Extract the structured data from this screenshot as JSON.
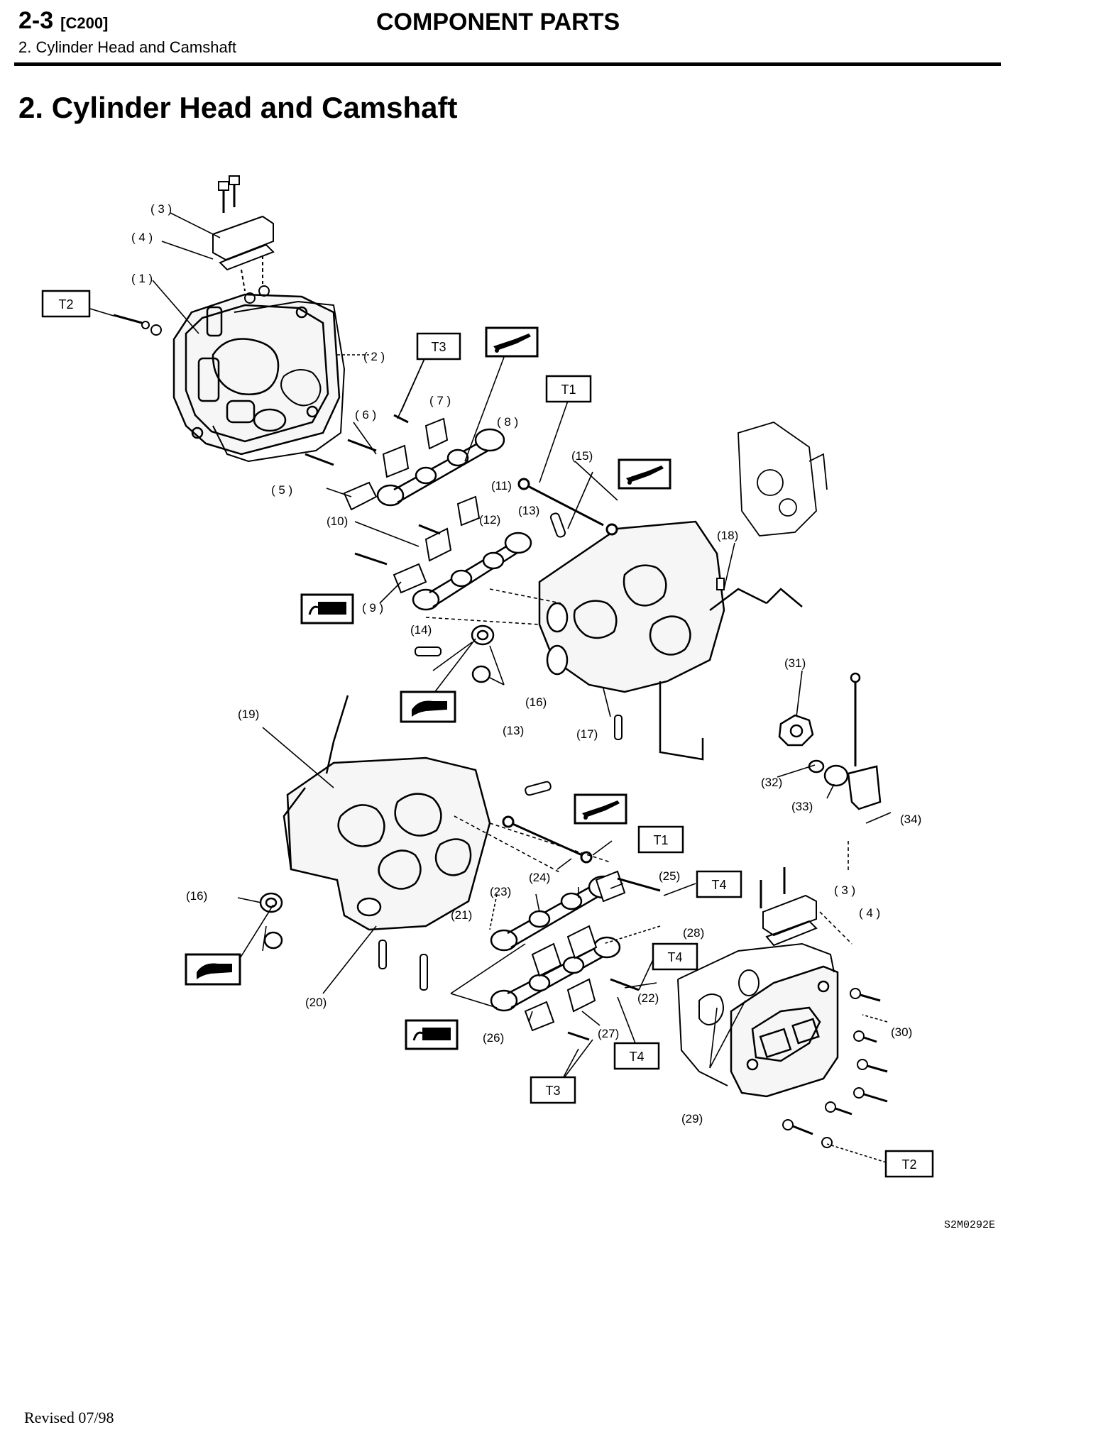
{
  "header": {
    "page_code": "2-3",
    "section_tag": "[C200]",
    "subtitle": "2. Cylinder Head and Camshaft",
    "chapter_title": "COMPONENT PARTS"
  },
  "section_title": "2. Cylinder Head and Camshaft",
  "callouts": {
    "c1": "( 1 )",
    "c2": "( 2 )",
    "c3": "( 3 )",
    "c4": "( 4 )",
    "c5": "( 5 )",
    "c6": "( 6 )",
    "c7": "( 7 )",
    "c8": "( 8 )",
    "c9": "( 9 )",
    "c10": "(10)",
    "c11": "(11)",
    "c12": "(12)",
    "c13a": "(13)",
    "c13b": "(13)",
    "c14": "(14)",
    "c15": "(15)",
    "c16a": "(16)",
    "c16b": "(16)",
    "c17": "(17)",
    "c18": "(18)",
    "c19": "(19)",
    "c20": "(20)",
    "c21": "(21)",
    "c22": "(22)",
    "c23": "(23)",
    "c24": "(24)",
    "c25": "(25)",
    "c26": "(26)",
    "c27": "(27)",
    "c28": "(28)",
    "c29": "(29)",
    "c30": "(30)",
    "c31": "(31)",
    "c32": "(32)",
    "c33": "(33)",
    "c34": "(34)",
    "c3b": "( 3 )",
    "c4b": "( 4 )"
  },
  "torque_tags": {
    "t2_left": "T2",
    "t3_top": "T3",
    "t1_top": "T1",
    "t1_mid": "T1",
    "t4_a": "T4",
    "t4_b": "T4",
    "t4_c": "T4",
    "t3_bottom": "T3",
    "t2_right": "T2"
  },
  "symbol_icons": [
    "oil-can-icon",
    "grease-icon",
    "liquid-gasket-icon"
  ],
  "figure_id": "S2M0292E",
  "footer": {
    "revised": "Revised 07/98"
  }
}
